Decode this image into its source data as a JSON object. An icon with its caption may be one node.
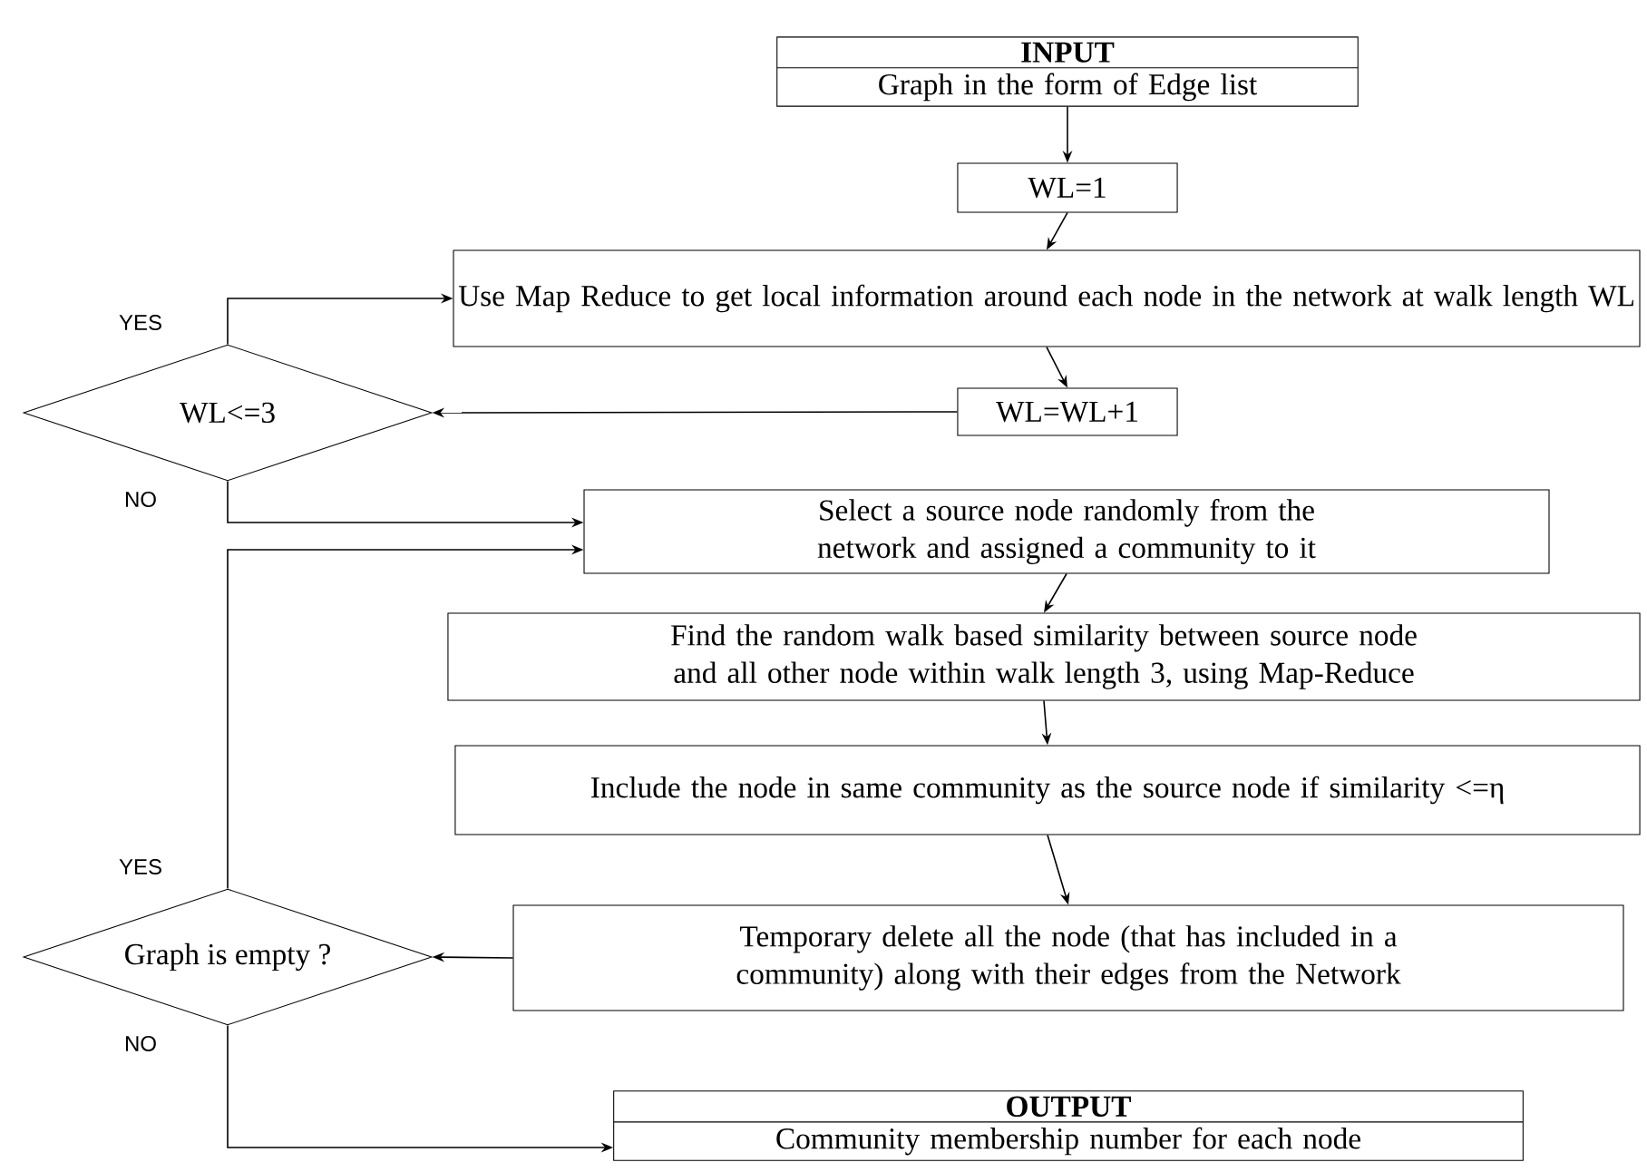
{
  "diagram": {
    "nodes": [
      {
        "text": [
          "INPUT",
          "Graph in the form of Edge list"
        ]
      },
      {
        "text": [
          "WL=1"
        ]
      },
      {
        "text": [
          "Use Map Reduce to get local information around each node in the network at walk length WL"
        ]
      },
      {
        "text": [
          "WL=WL+1"
        ]
      },
      {
        "text": [
          "WL<=3"
        ]
      },
      {
        "text": [
          "Select a source node randomly from the network and assigned a community to it"
        ]
      },
      {
        "text": [
          "Find the random walk based similarity between source node and all other node within walk length 3, using Map-Reduce"
        ]
      },
      {
        "text": [
          "Include the node in same community as the source node if similarity <=η"
        ]
      },
      {
        "text": [
          "Temporary delete all the node (that has included in a community) along with their edges from the Network"
        ]
      },
      {
        "text": [
          "Graph is empty ?"
        ]
      },
      {
        "text": [
          "OUTPUT",
          "Community membership number for each node"
        ]
      }
    ],
    "edges": [
      {
        "from": 0,
        "to": 1,
        "arrow": "to"
      },
      {
        "from": 1,
        "to": 2,
        "arrow": "to"
      },
      {
        "from": 2,
        "to": 3,
        "arrow": "to"
      },
      {
        "from": 3,
        "to": 4,
        "arrow": "to"
      },
      {
        "from": 4,
        "to": 2,
        "arrow": "to",
        "label": "YES"
      },
      {
        "from": 4,
        "to": 5,
        "arrow": "to",
        "label": "NO"
      },
      {
        "from": 5,
        "to": 6,
        "arrow": "to"
      },
      {
        "from": 6,
        "to": 7,
        "arrow": "to"
      },
      {
        "from": 7,
        "to": 8,
        "arrow": "to"
      },
      {
        "from": 8,
        "to": 9,
        "arrow": "to"
      },
      {
        "from": 9,
        "to": 5,
        "arrow": "to",
        "label": "YES"
      },
      {
        "from": 9,
        "to": 10,
        "arrow": "to",
        "label": "NO"
      }
    ]
  }
}
